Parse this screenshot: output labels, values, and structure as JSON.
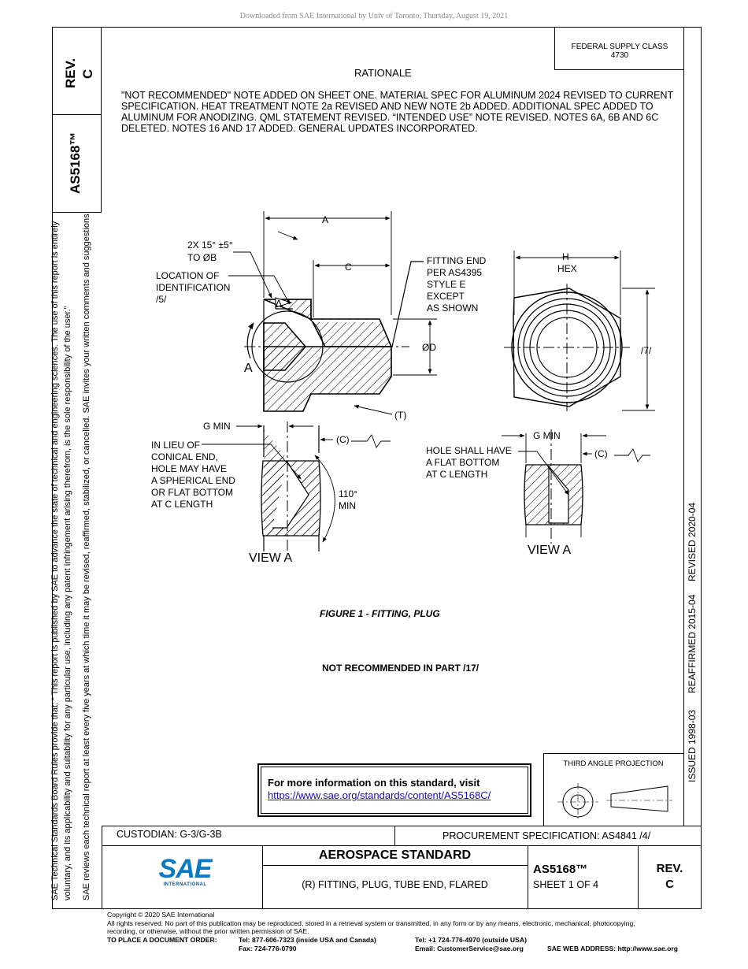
{
  "download_note": "Downloaded from SAE International by Univ of Toronto, Thursday, August 19, 2021",
  "rev_tab": {
    "label": "REV.",
    "value": "C"
  },
  "doc_tab": "AS5168™",
  "federal_supply": {
    "line1": "FEDERAL SUPPLY CLASS",
    "line2": "4730"
  },
  "rationale": {
    "title": "RATIONALE",
    "text": "\"NOT RECOMMENDED\" NOTE ADDED ON SHEET ONE. MATERIAL SPEC FOR ALUMINUM 2024 REVISED TO CURRENT SPECIFICATION. HEAT TREATMENT NOTE 2a REVISED AND NEW NOTE 2b ADDED. ADDITIONAL SPEC ADDED TO ALUMINUM FOR ANODIZING. QML STATEMENT REVISED. “INTENDED USE” NOTE REVISED. NOTES 6A, 6B AND 6C DELETED. NOTES 16 AND 17 ADDED. GENERAL UPDATES INCORPORATED."
  },
  "left_margin": {
    "line1": "SAE Technical Standards Board Rules provide that: “ This report is published by SAE to advance the state of technical and engineering sciences. The use of this report is entirely",
    "line2": "voluntary, and its applicability and suitability for any particular use, including any patent infringement arising therefrom, is the sole responsibility of the user.”",
    "line3": "SAE reviews each technical report at least every five years at which time it may be revised, reaffirmed, stabilized, or cancelled. SAE invites your written comments and suggestions."
  },
  "right_margin": {
    "issued": "ISSUED 1998-03",
    "reaffirmed": "REAFFIRMED 2015-04",
    "revised": "REVISED 2020-04"
  },
  "drawing": {
    "dim_a": "A",
    "chamfer_l1": "2X 15° ±5°",
    "chamfer_l2": "TO ØB",
    "dim_c": "C",
    "loc_l1": "LOCATION OF",
    "loc_l2": "IDENTIFICATION",
    "loc_l3": "/5/",
    "fit_l1": "FITTING END",
    "fit_l2": "PER AS4395",
    "fit_l3": "STYLE E",
    "fit_l4": "EXCEPT",
    "fit_l5": "AS SHOWN",
    "dim_d": "ØD",
    "view_marker": "A",
    "dim_t": "(T)",
    "dim_h": "H",
    "hex": "HEX",
    "note7": "/7/",
    "gmin": "G MIN",
    "dim_c2": "(C)",
    "lieu_l1": "IN LIEU OF",
    "lieu_l2": "CONICAL END,",
    "lieu_l3": "HOLE MAY HAVE",
    "lieu_l4": "A SPHERICAL END",
    "lieu_l5": "OR FLAT BOTTOM",
    "lieu_l6": "AT C LENGTH",
    "angle_l1": "110°",
    "angle_l2": "MIN",
    "view_a": "VIEW A",
    "gmin2": "G MIN",
    "dim_c3": "(C)",
    "hole_l1": "HOLE SHALL HAVE",
    "hole_l2": "A FLAT BOTTOM",
    "hole_l3": "AT C LENGTH",
    "view_a2": "VIEW A"
  },
  "figure_caption": "FIGURE 1 - FITTING, PLUG",
  "not_recommended": "NOT RECOMMENDED IN PART /17/",
  "info_box": {
    "text": "For more information on this standard, visit",
    "link": "https://www.sae.org/standards/content/AS5168C/"
  },
  "third_angle": "THIRD ANGLE PROJECTION",
  "custodian": "CUSTODIAN: G-3/G-3B",
  "procurement": "PROCUREMENT SPECIFICATION: AS4841 /4/",
  "title_block": {
    "logo": "SAE",
    "logo_sub": "INTERNATIONAL",
    "standard": "AEROSPACE STANDARD",
    "title": "(R) FITTING, PLUG, TUBE END, FLARED",
    "doc_number": "AS5168™",
    "sheet": "SHEET 1 OF 4",
    "rev_label": "REV.",
    "rev_value": "C"
  },
  "footer": {
    "copyright": "Copyright © 2020 SAE International",
    "rights1": "All rights reserved. No part of this publication may be reproduced, stored in a retrieval system or transmitted, in any form or by any means, electronic, mechanical, photocopying,",
    "rights2": "recording, or otherwise, without the prior written permission of SAE.",
    "order_label": "TO PLACE A DOCUMENT ORDER:",
    "tel_usa": "Tel: 877-606-7323 (inside USA and Canada)",
    "tel_out": "Tel: +1 724-776-4970 (outside USA)",
    "fax": "Fax: 724-776-0790",
    "email": "Email: CustomerService@sae.org",
    "web": "SAE WEB ADDRESS: http://www.sae.org"
  }
}
